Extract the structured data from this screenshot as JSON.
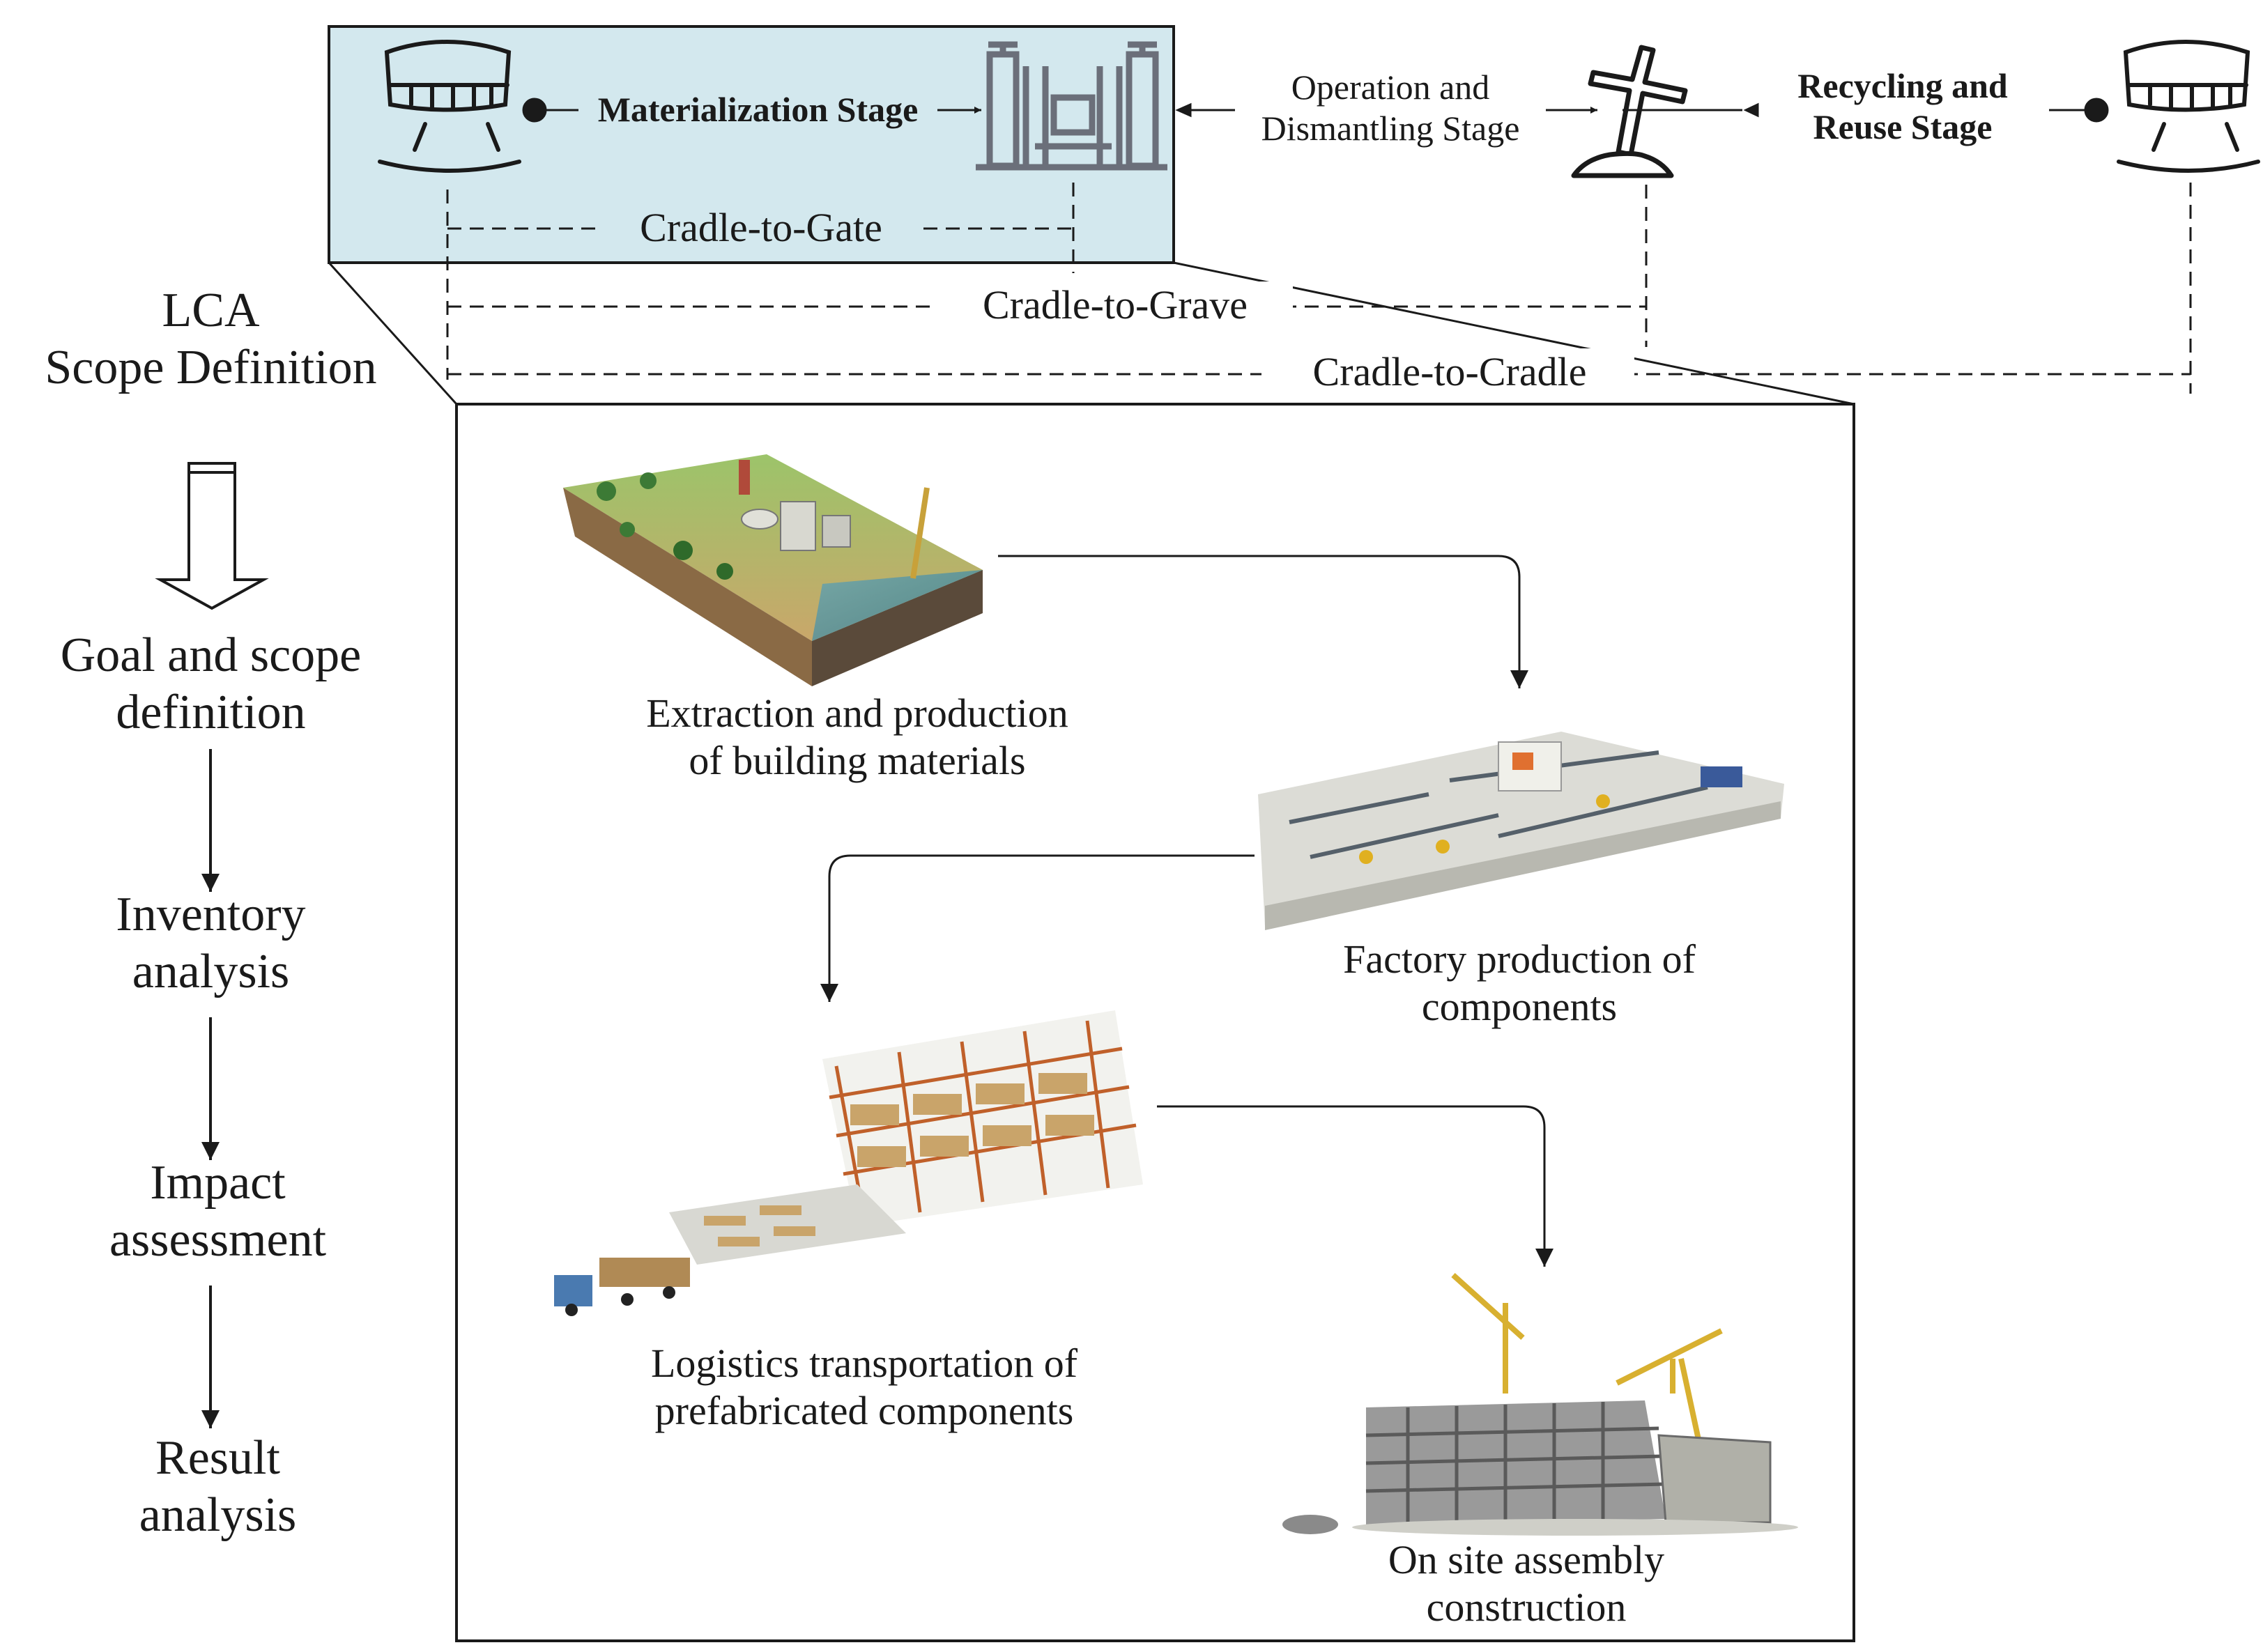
{
  "top_diagram": {
    "materialization_label": "Materialization Stage",
    "operation_label": "Operation and\nDismantling Stage",
    "recycling_label": "Recycling and\nReuse Stage",
    "scopes": {
      "gate": "Cradle-to-Gate",
      "grave": "Cradle-to-Grave",
      "cradle": "Cradle-to-Cradle"
    },
    "icons": [
      "cradle-icon",
      "factory-icon",
      "grave-icon",
      "cradle-icon"
    ]
  },
  "side_flow": {
    "title": "LCA\nScope Definition",
    "steps": [
      "Goal and scope\ndefinition",
      "Inventory\nanalysis",
      "Impact\nassessment",
      "Result\nanalysis"
    ]
  },
  "process_panel": {
    "steps": [
      "Extraction and production\nof building materials",
      "Factory production of\ncomponents",
      "Logistics transportation of\nprefabricated components",
      "On site assembly\nconstruction"
    ],
    "images": [
      "quarry-site-illustration",
      "factory-floor-illustration",
      "warehouse-truck-illustration",
      "construction-cranes-illustration"
    ]
  },
  "colors": {
    "highlight_fill": "#d3e8ee",
    "icon_gray": "#6b6f7a",
    "line": "#1a1a1a"
  }
}
